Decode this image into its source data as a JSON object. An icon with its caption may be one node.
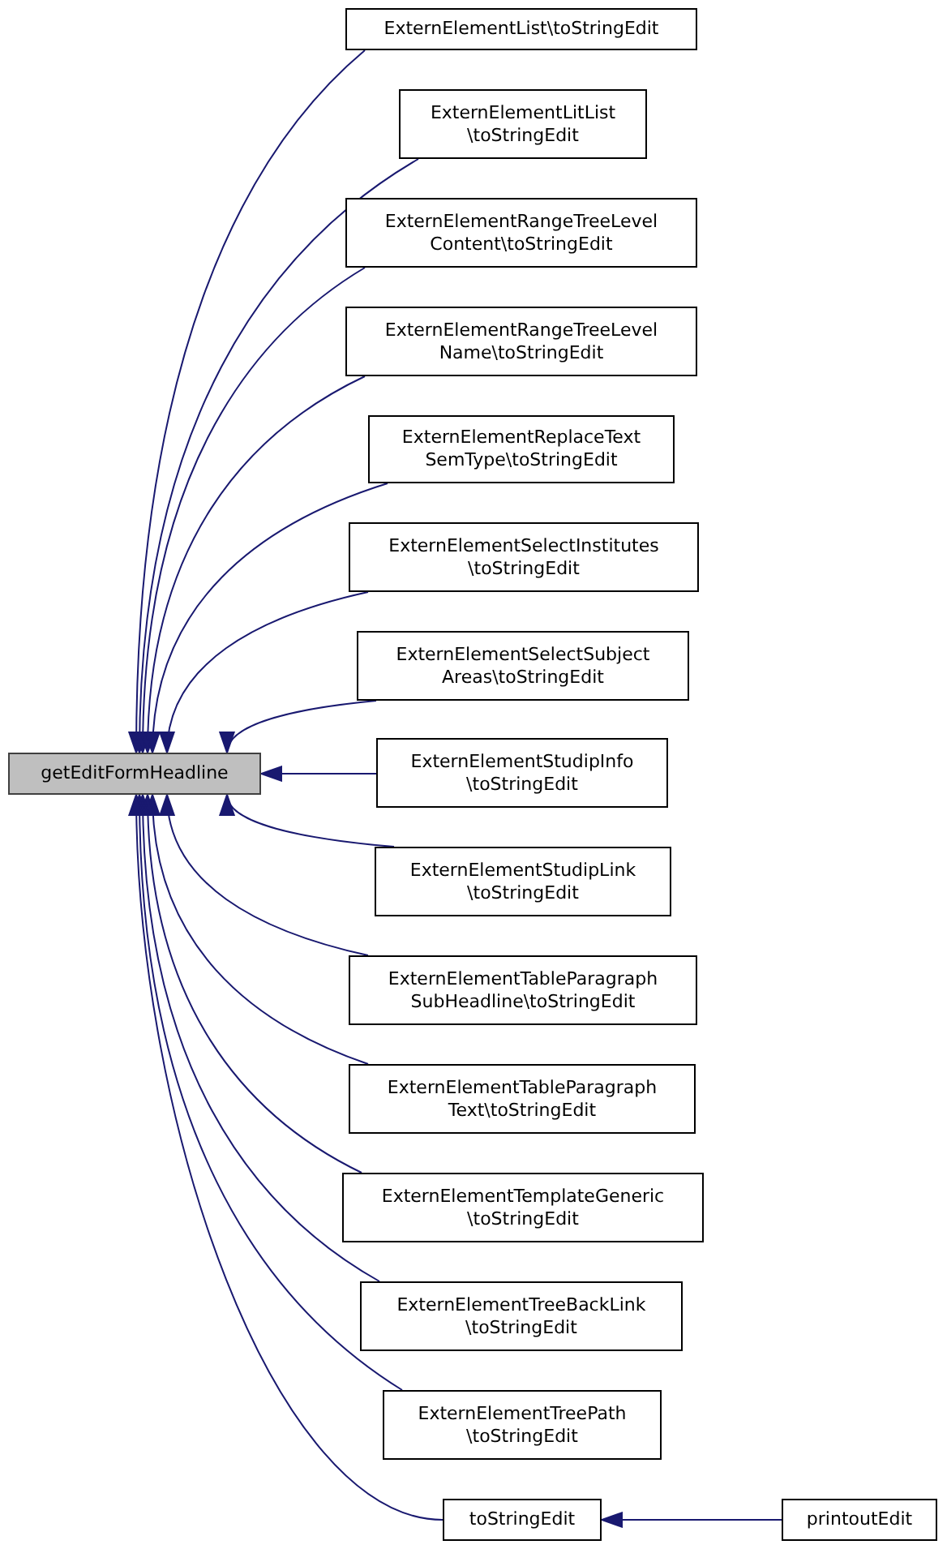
{
  "diagram": {
    "nodes": [
      {
        "text": [
          "getEditFormHeadline"
        ]
      },
      {
        "text": [
          "ExternElementList\\toStringEdit"
        ]
      },
      {
        "text": [
          "ExternElementLitList \\toStringEdit"
        ]
      },
      {
        "text": [
          "ExternElementRangeTreeLevel Content\\toStringEdit"
        ]
      },
      {
        "text": [
          "ExternElementRangeTreeLevel Name\\toStringEdit"
        ]
      },
      {
        "text": [
          "ExternElementReplaceText SemType\\toStringEdit"
        ]
      },
      {
        "text": [
          "ExternElementSelectInstitutes \\toStringEdit"
        ]
      },
      {
        "text": [
          "ExternElementSelectSubject Areas\\toStringEdit"
        ]
      },
      {
        "text": [
          "ExternElementStudipInfo \\toStringEdit"
        ]
      },
      {
        "text": [
          "ExternElementStudipLink \\toStringEdit"
        ]
      },
      {
        "text": [
          "ExternElementTableParagraph SubHeadline\\toStringEdit"
        ]
      },
      {
        "text": [
          "ExternElementTableParagraph Text\\toStringEdit"
        ]
      },
      {
        "text": [
          "ExternElementTemplateGeneric \\toStringEdit"
        ]
      },
      {
        "text": [
          "ExternElementTreeBackLink \\toStringEdit"
        ]
      },
      {
        "text": [
          "ExternElementTreePath \\toStringEdit"
        ]
      },
      {
        "text": [
          "toStringEdit"
        ]
      },
      {
        "text": [
          "printoutEdit"
        ]
      }
    ],
    "edges": [
      {
        "from": 1,
        "to": 0,
        "arrow": "to"
      },
      {
        "from": 2,
        "to": 0,
        "arrow": "to"
      },
      {
        "from": 3,
        "to": 0,
        "arrow": "to"
      },
      {
        "from": 4,
        "to": 0,
        "arrow": "to"
      },
      {
        "from": 5,
        "to": 0,
        "arrow": "to"
      },
      {
        "from": 6,
        "to": 0,
        "arrow": "to"
      },
      {
        "from": 7,
        "to": 0,
        "arrow": "to"
      },
      {
        "from": 8,
        "to": 0,
        "arrow": "to"
      },
      {
        "from": 9,
        "to": 0,
        "arrow": "to"
      },
      {
        "from": 10,
        "to": 0,
        "arrow": "to"
      },
      {
        "from": 11,
        "to": 0,
        "arrow": "to"
      },
      {
        "from": 12,
        "to": 0,
        "arrow": "to"
      },
      {
        "from": 13,
        "to": 0,
        "arrow": "to"
      },
      {
        "from": 14,
        "to": 0,
        "arrow": "to"
      },
      {
        "from": 15,
        "to": 0,
        "arrow": "to"
      },
      {
        "from": 16,
        "to": 15,
        "arrow": "to"
      }
    ]
  }
}
